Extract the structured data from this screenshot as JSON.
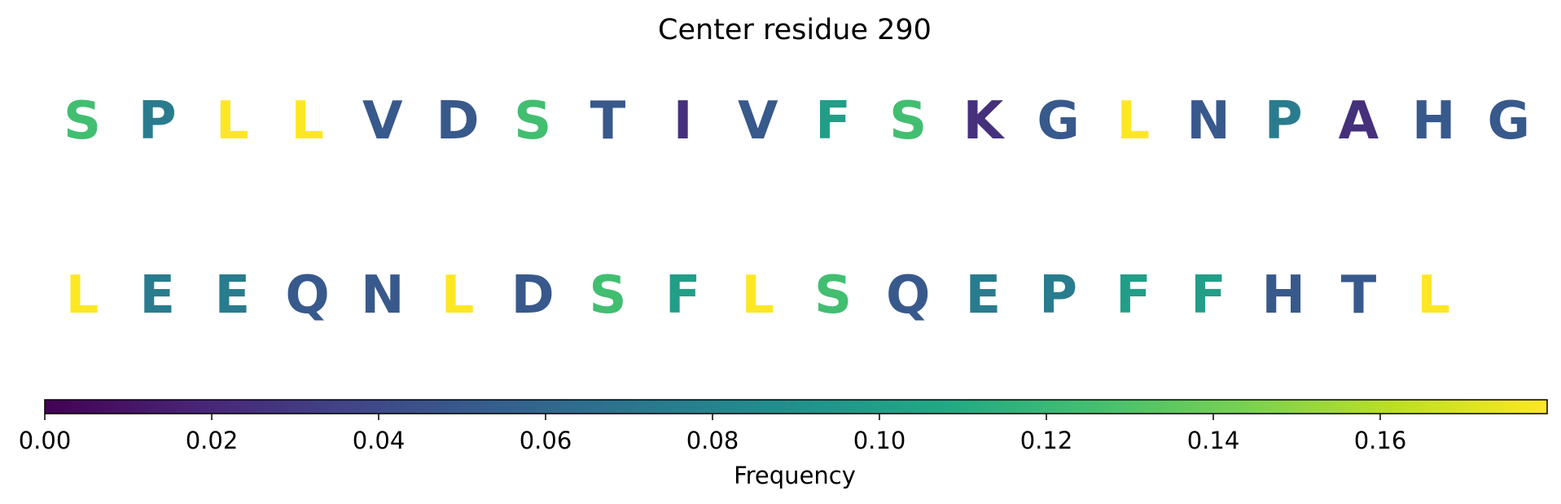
{
  "chart_data": {
    "type": "heatmap",
    "title": "Center residue 290",
    "rows": [
      {
        "residues": [
          "S",
          "P",
          "L",
          "L",
          "V",
          "D",
          "S",
          "T",
          "I",
          "V",
          "F",
          "S",
          "K",
          "G",
          "L",
          "N",
          "P",
          "A",
          "H",
          "G"
        ],
        "frequencies": [
          0.125,
          0.075,
          0.18,
          0.18,
          0.05,
          0.05,
          0.125,
          0.05,
          0.025,
          0.05,
          0.1,
          0.125,
          0.025,
          0.05,
          0.18,
          0.05,
          0.075,
          0.025,
          0.05,
          0.05
        ]
      },
      {
        "residues": [
          "L",
          "E",
          "E",
          "Q",
          "N",
          "L",
          "D",
          "S",
          "F",
          "L",
          "S",
          "Q",
          "E",
          "P",
          "F",
          "F",
          "H",
          "T",
          "L"
        ],
        "frequencies": [
          0.18,
          0.075,
          0.075,
          0.05,
          0.05,
          0.18,
          0.05,
          0.125,
          0.1,
          0.18,
          0.125,
          0.05,
          0.075,
          0.075,
          0.1,
          0.1,
          0.05,
          0.05,
          0.18
        ]
      }
    ],
    "colorbar": {
      "label": "Frequency",
      "min": 0.0,
      "max": 0.18,
      "ticks": [
        0.0,
        0.02,
        0.04,
        0.06,
        0.08,
        0.1,
        0.12,
        0.14,
        0.16
      ],
      "tick_labels": [
        "0.00",
        "0.02",
        "0.04",
        "0.06",
        "0.08",
        "0.10",
        "0.12",
        "0.14",
        "0.16"
      ],
      "colormap": "viridis"
    }
  }
}
